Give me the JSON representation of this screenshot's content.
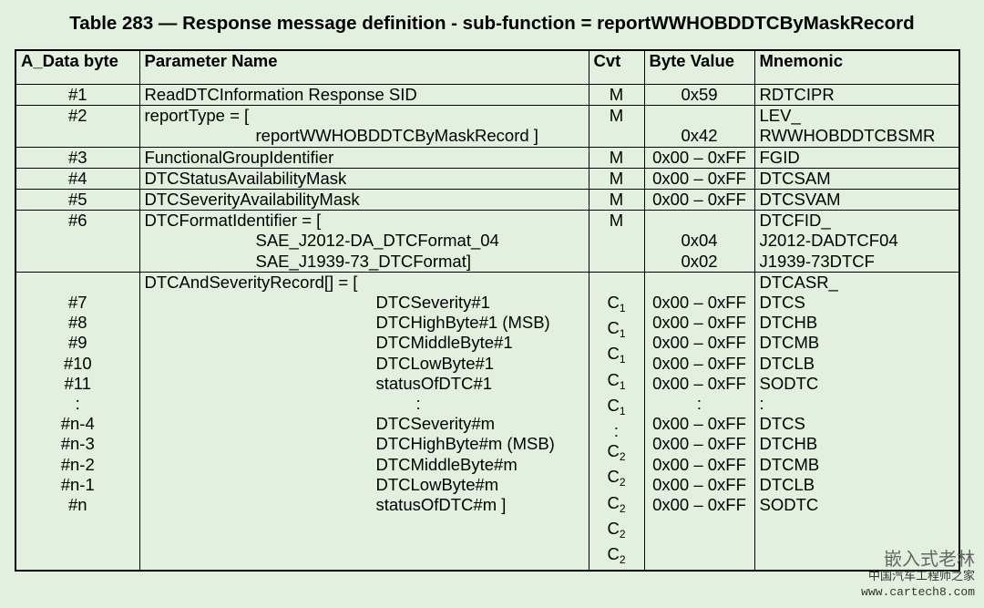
{
  "title": "Table 283 — Response message definition - sub-function = reportWWHOBDDTCByMaskRecord",
  "headers": [
    "A_Data byte",
    "Parameter Name",
    "Cvt",
    "Byte Value",
    "Mnemonic"
  ],
  "rows": [
    {
      "byte": [
        "#1"
      ],
      "param": [
        "ReadDTCInformation Response SID"
      ],
      "cvt": [
        "M"
      ],
      "val": [
        "0x59"
      ],
      "mn": [
        "RDTCIPR"
      ]
    },
    {
      "byte": [
        "#2"
      ],
      "param": [
        "reportType = [",
        "reportWWHOBDDTCByMaskRecord ]"
      ],
      "cvt": [
        "M",
        ""
      ],
      "val": [
        "",
        "0x42"
      ],
      "mn": [
        "LEV_",
        "RWWHOBDDTCBSMR"
      ]
    },
    {
      "byte": [
        "#3"
      ],
      "param": [
        "FunctionalGroupIdentifier"
      ],
      "cvt": [
        "M"
      ],
      "val": [
        "0x00 – 0xFF"
      ],
      "mn": [
        "FGID"
      ]
    },
    {
      "byte": [
        "#4"
      ],
      "param": [
        "DTCStatusAvailabilityMask"
      ],
      "cvt": [
        "M"
      ],
      "val": [
        "0x00 – 0xFF"
      ],
      "mn": [
        "DTCSAM"
      ]
    },
    {
      "byte": [
        "#5"
      ],
      "param": [
        "DTCSeverityAvailabilityMask"
      ],
      "cvt": [
        "M"
      ],
      "val": [
        "0x00 – 0xFF"
      ],
      "mn": [
        "DTCSVAM"
      ]
    },
    {
      "byte": [
        "#6"
      ],
      "param": [
        "DTCFormatIdentifier = [",
        "SAE_J2012-DA_DTCFormat_04",
        "SAE_J1939-73_DTCFormat]"
      ],
      "cvt": [
        "M",
        "",
        ""
      ],
      "val": [
        "",
        "0x04",
        "0x02"
      ],
      "mn": [
        "DTCFID_",
        "J2012-DADTCF04",
        "J1939-73DTCF"
      ]
    },
    {
      "byte": [
        "",
        "#7",
        "#8",
        "#9",
        "#10",
        "#11",
        ":",
        "#n-4",
        "#n-3",
        "#n-2",
        "#n-1",
        "#n"
      ],
      "param": [
        "DTCAndSeverityRecord[] = [",
        "DTCSeverity#1",
        "DTCHighByte#1 (MSB)",
        "DTCMiddleByte#1",
        "DTCLowByte#1",
        "statusOfDTC#1",
        ":",
        "DTCSeverity#m",
        "DTCHighByte#m (MSB)",
        "DTCMiddleByte#m",
        "DTCLowByte#m",
        "statusOfDTC#m ]"
      ],
      "cvt": [
        "",
        "C1",
        "C1",
        "C1",
        "C1",
        "C1",
        ":",
        "C2",
        "C2",
        "C2",
        "C2",
        "C2"
      ],
      "val": [
        "",
        "0x00 – 0xFF",
        "0x00 – 0xFF",
        "0x00 – 0xFF",
        "0x00 – 0xFF",
        "0x00 – 0xFF",
        ":",
        "0x00 – 0xFF",
        "0x00 – 0xFF",
        "0x00 – 0xFF",
        "0x00 – 0xFF",
        "0x00 – 0xFF"
      ],
      "mn": [
        "DTCASR_",
        "DTCS",
        "DTCHB",
        "DTCMB",
        "DTCLB",
        "SODTC",
        ":",
        "DTCS",
        "DTCHB",
        "DTCMB",
        "DTCLB",
        "SODTC"
      ]
    }
  ],
  "watermark": {
    "line1": "嵌入式老林",
    "line2": "中国汽车工程师之家",
    "line3": "www.cartech8.com"
  }
}
